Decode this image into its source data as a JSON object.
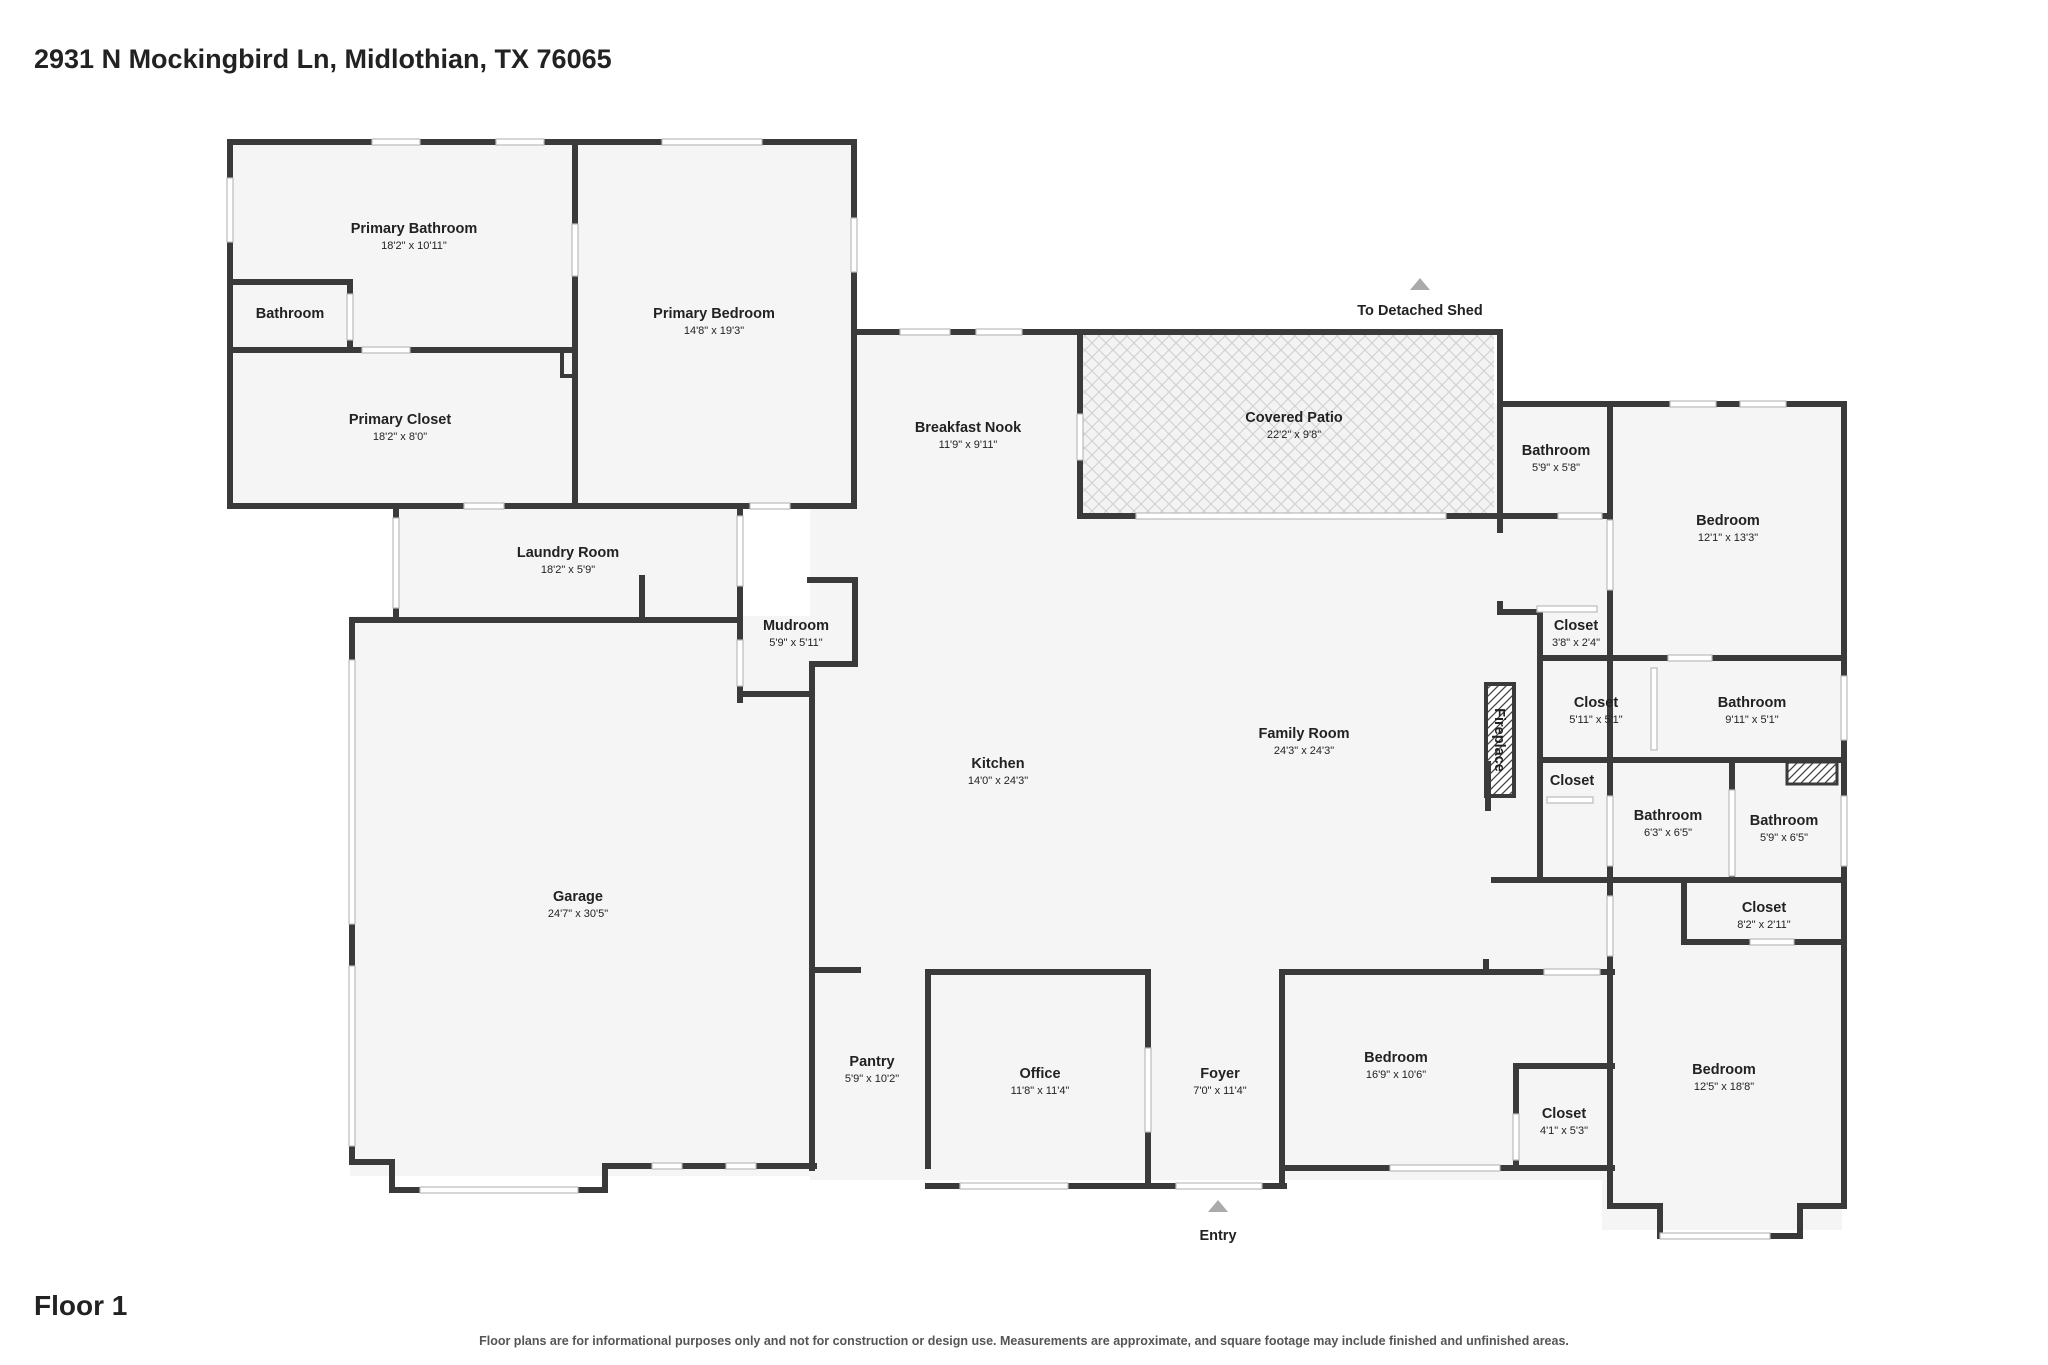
{
  "header": {
    "address": "2931 N Mockingbird Ln, Midlothian, TX 76065"
  },
  "footer": {
    "floor_label": "Floor 1",
    "disclaimer": "Floor plans are for informational purposes only and not for construction or design use. Measurements are approximate, and square footage may include finished and unfinished areas."
  },
  "markers": {
    "shed": "To Detached Shed",
    "entry": "Entry"
  },
  "rooms": {
    "primary_bathroom": {
      "name": "Primary Bathroom",
      "dim": "18'2\" x 10'11\""
    },
    "bathroom_small": {
      "name": "Bathroom",
      "dim": ""
    },
    "primary_closet": {
      "name": "Primary Closet",
      "dim": "18'2\" x 8'0\""
    },
    "primary_bedroom": {
      "name": "Primary Bedroom",
      "dim": "14'8\" x 19'3\""
    },
    "breakfast_nook": {
      "name": "Breakfast Nook",
      "dim": "11'9\" x 9'11\""
    },
    "covered_patio": {
      "name": "Covered Patio",
      "dim": "22'2\" x 9'8\""
    },
    "bathroom_ne": {
      "name": "Bathroom",
      "dim": "5'9\" x 5'8\""
    },
    "bedroom_ne": {
      "name": "Bedroom",
      "dim": "12'1\" x 13'3\""
    },
    "laundry_room": {
      "name": "Laundry Room",
      "dim": "18'2\" x 5'9\""
    },
    "mudroom": {
      "name": "Mudroom",
      "dim": "5'9\" x 5'11\""
    },
    "closet_a": {
      "name": "Closet",
      "dim": "3'8\" x 2'4\""
    },
    "closet_b": {
      "name": "Closet",
      "dim": "5'11\" x 5'1\""
    },
    "bathroom_e1": {
      "name": "Bathroom",
      "dim": "9'11\" x 5'1\""
    },
    "family_room": {
      "name": "Family Room",
      "dim": "24'3\" x 24'3\""
    },
    "fireplace": {
      "name": "Fireplace",
      "dim": ""
    },
    "kitchen": {
      "name": "Kitchen",
      "dim": "14'0\" x 24'3\""
    },
    "closet_c": {
      "name": "Closet",
      "dim": ""
    },
    "bathroom_e2": {
      "name": "Bathroom",
      "dim": "6'3\" x 6'5\""
    },
    "bathroom_e3": {
      "name": "Bathroom",
      "dim": "5'9\" x 6'5\""
    },
    "garage": {
      "name": "Garage",
      "dim": "24'7\" x 30'5\""
    },
    "closet_d": {
      "name": "Closet",
      "dim": "8'2\" x 2'11\""
    },
    "pantry": {
      "name": "Pantry",
      "dim": "5'9\" x 10'2\""
    },
    "office": {
      "name": "Office",
      "dim": "11'8\" x 11'4\""
    },
    "foyer": {
      "name": "Foyer",
      "dim": "7'0\" x 11'4\""
    },
    "bedroom_s": {
      "name": "Bedroom",
      "dim": "16'9\" x 10'6\""
    },
    "closet_e": {
      "name": "Closet",
      "dim": "4'1\" x 5'3\""
    },
    "bedroom_se": {
      "name": "Bedroom",
      "dim": "12'5\" x 18'8\""
    }
  }
}
